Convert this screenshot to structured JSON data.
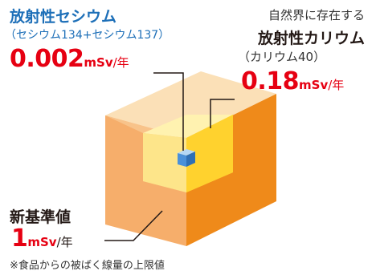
{
  "cesium": {
    "title": "放射性セシウム",
    "subtitle": "（セシウム134+セシウム137）",
    "value": "0.002",
    "unit": "mSv",
    "per_year": "/年"
  },
  "potassium": {
    "caption": "自然界に存在する",
    "title": "放射性カリウム",
    "subtitle": "（カリウム40）",
    "value": "0.18",
    "unit": "mSv",
    "per_year": "/年"
  },
  "standard": {
    "title": "新基準値",
    "value": "1",
    "unit": "mSv",
    "per_year": "/年",
    "note": "※食品からの被ばく線量の上限値"
  },
  "colors": {
    "outer_cube": "#f5a05a",
    "middle_cube": "#fde58a",
    "inner_cube": "#4a90d9",
    "cesium_title": "#1d6fb8",
    "value_red": "#e60012"
  }
}
